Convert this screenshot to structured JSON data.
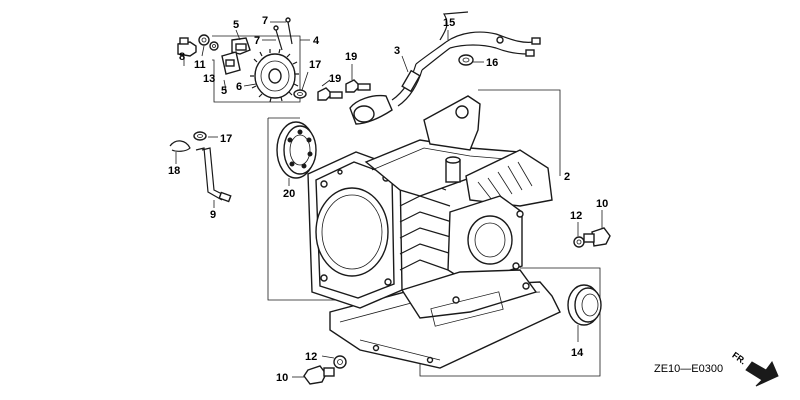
{
  "diagram": {
    "code": "ZE10—E0300",
    "direction_label": "FR.",
    "callouts": [
      {
        "id": "c-8",
        "text": "8"
      },
      {
        "id": "c-11",
        "text": "11"
      },
      {
        "id": "c-13",
        "text": "13"
      },
      {
        "id": "c-5a",
        "text": "5"
      },
      {
        "id": "c-5b",
        "text": "5"
      },
      {
        "id": "c-7a",
        "text": "7"
      },
      {
        "id": "c-7b",
        "text": "7"
      },
      {
        "id": "c-4",
        "text": "4"
      },
      {
        "id": "c-6",
        "text": "6"
      },
      {
        "id": "c-17a",
        "text": "17"
      },
      {
        "id": "c-19a",
        "text": "19"
      },
      {
        "id": "c-19b",
        "text": "19"
      },
      {
        "id": "c-3",
        "text": "3"
      },
      {
        "id": "c-15",
        "text": "15"
      },
      {
        "id": "c-16",
        "text": "16"
      },
      {
        "id": "c-17b",
        "text": "17"
      },
      {
        "id": "c-18",
        "text": "18"
      },
      {
        "id": "c-9",
        "text": "9"
      },
      {
        "id": "c-20",
        "text": "20"
      },
      {
        "id": "c-2",
        "text": "2"
      },
      {
        "id": "c-12a",
        "text": "12"
      },
      {
        "id": "c-10a",
        "text": "10"
      },
      {
        "id": "c-14",
        "text": "14"
      },
      {
        "id": "c-12b",
        "text": "12"
      },
      {
        "id": "c-10b",
        "text": "10"
      }
    ]
  }
}
